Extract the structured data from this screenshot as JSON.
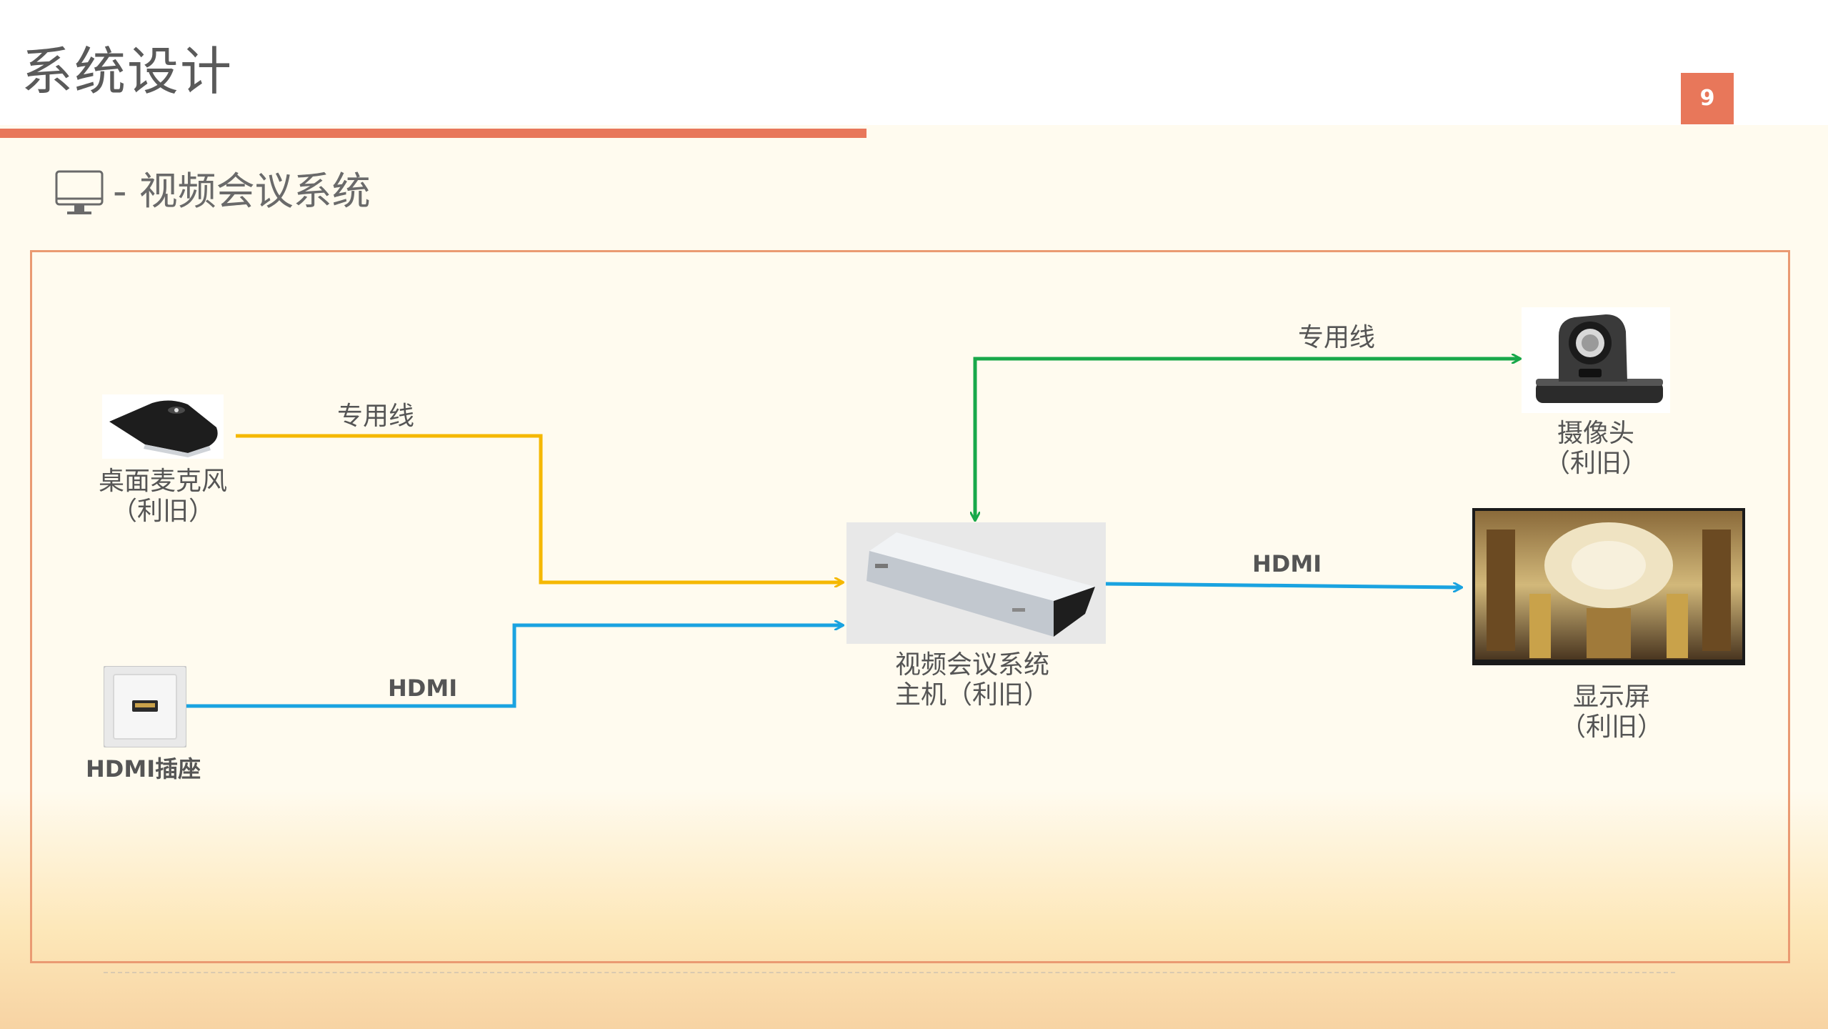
{
  "header": {
    "title": "系统设计",
    "page_number": "9"
  },
  "section": {
    "icon": "monitor-icon",
    "title": "- 视频会议系统"
  },
  "colors": {
    "accent": "#e8775a",
    "yellow_line": "#f5b800",
    "blue_line": "#1aa3e0",
    "green_line": "#18a84a"
  },
  "nodes": {
    "mic": {
      "icon": "desk-microphone-icon",
      "label_line1": "桌面麦克风",
      "label_line2": "（利旧）"
    },
    "hdmi_socket": {
      "icon": "hdmi-socket-icon",
      "label": "HDMI插座"
    },
    "host": {
      "icon": "video-conference-host-icon",
      "label_line1": "视频会议系统",
      "label_line2": "主机（利旧）"
    },
    "camera": {
      "icon": "ptz-camera-icon",
      "label_line1": "摄像头",
      "label_line2": "（利旧）"
    },
    "display": {
      "icon": "display-screen-icon",
      "label_line1": "显示屏",
      "label_line2": "（利旧）"
    }
  },
  "connections": {
    "mic_to_host": "专用线",
    "socket_to_host": "HDMI",
    "host_to_camera": "专用线",
    "host_to_display": "HDMI"
  }
}
